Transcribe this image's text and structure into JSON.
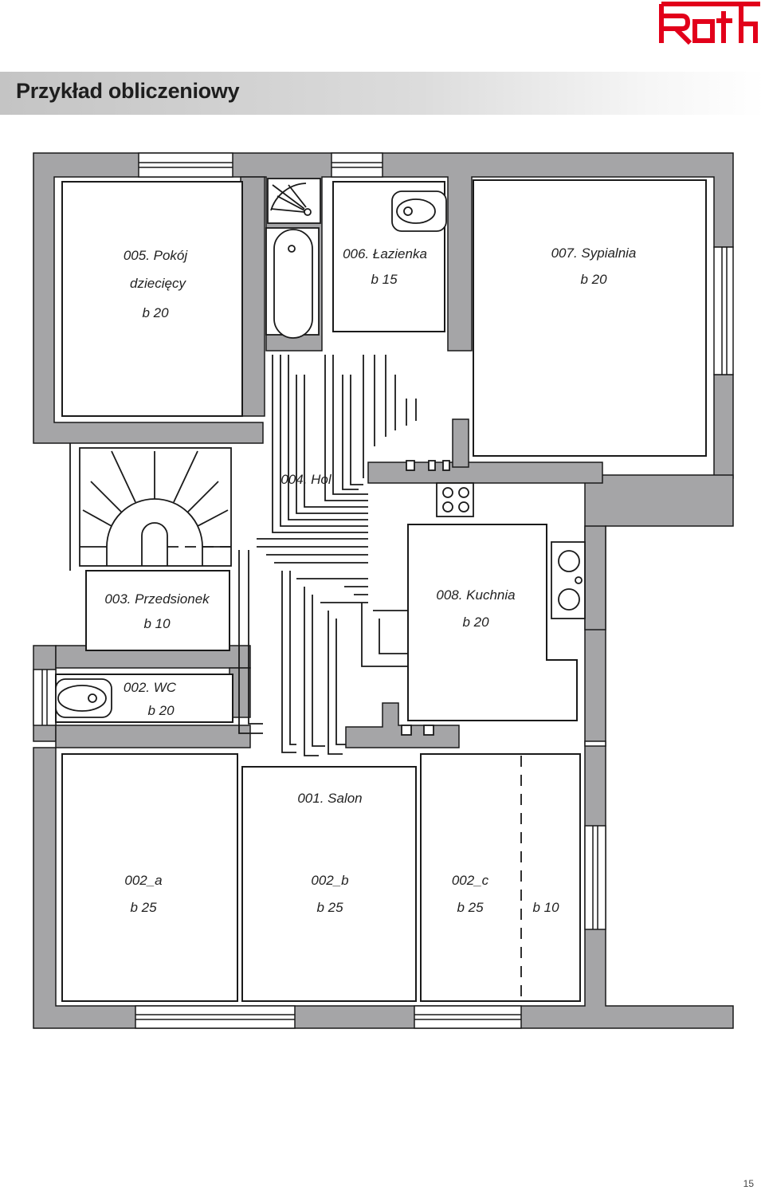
{
  "header": {
    "title": "Przykład obliczeniowy"
  },
  "brand": {
    "logo_text": "Roth",
    "color": "#e2001a"
  },
  "rooms": {
    "r005": {
      "name_l1": "005. Pokój",
      "name_l2": "dziecięcy",
      "value": "b 20"
    },
    "r006": {
      "name": "006. Łazienka",
      "value": "b 15"
    },
    "r007": {
      "name": "007. Sypialnia",
      "value": "b 20"
    },
    "r004": {
      "name": "004. Hol"
    },
    "r003": {
      "name": "003. Przedsionek",
      "value": "b 10"
    },
    "r008": {
      "name": "008. Kuchnia",
      "value": "b 20"
    },
    "r002": {
      "name": "002. WC",
      "value": "b 20"
    },
    "r001": {
      "name": "001. Salon"
    },
    "zone_a": {
      "name": "002_a",
      "value": "b 25"
    },
    "zone_b": {
      "name": "002_b",
      "value": "b 25"
    },
    "zone_c": {
      "name": "002_c",
      "value": "b 25"
    },
    "zone_d": {
      "value": "b 10"
    }
  },
  "colors": {
    "wall": "#a5a5a7",
    "line": "#1a1a1a"
  },
  "footer": {
    "page_number": "15"
  }
}
